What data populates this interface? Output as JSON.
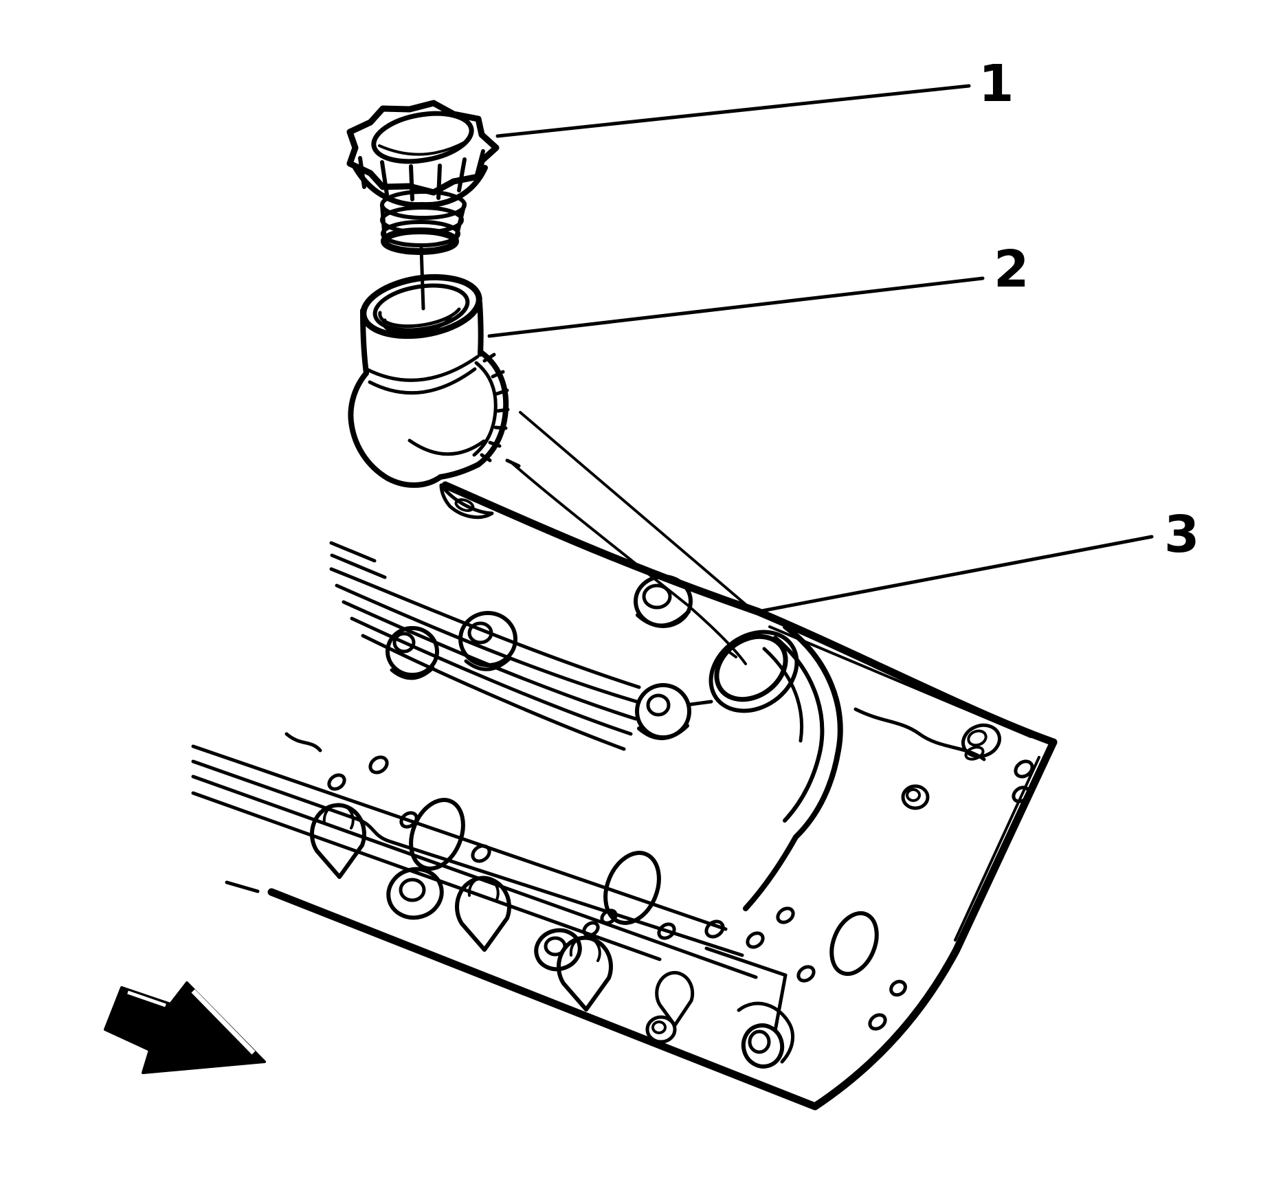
{
  "figure": {
    "callouts": [
      {
        "number": "1",
        "part": "oil-fill-cap"
      },
      {
        "number": "2",
        "part": "oil-fill-tube"
      },
      {
        "number": "3",
        "part": "valve-cover"
      }
    ],
    "colors": {
      "line": "#000000",
      "background": "#ffffff",
      "arrow_fill": "#000000"
    }
  }
}
